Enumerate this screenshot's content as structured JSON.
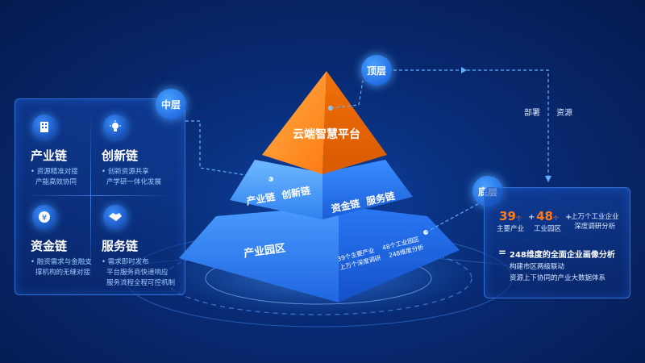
{
  "badges": {
    "top": "顶层",
    "middle": "中层",
    "bottom": "底层"
  },
  "flow_labels": {
    "deploy": "部署",
    "resource": "资源"
  },
  "pyramid": {
    "top_label": "云端智慧平台",
    "middle_left": "产业链  创新链",
    "middle_right": "资金链  服务链",
    "bottom_left": "产业园区",
    "bottom_lines": [
      "39个主要产业",
      "48个工业园区",
      "上万个深度调研",
      "248维度分析"
    ]
  },
  "chains": [
    {
      "title": "产业链",
      "icon": "building-icon",
      "desc": [
        "• 资源精准对接",
        "产能高效协同"
      ]
    },
    {
      "title": "创新链",
      "icon": "lightbulb-icon",
      "desc": [
        "• 创新资源共享",
        "产学研一体化发展"
      ]
    },
    {
      "title": "资金链",
      "icon": "yen-coin-icon",
      "desc": [
        "• 融资需求与金融支",
        "撑机构的无缝对接"
      ]
    },
    {
      "title": "服务链",
      "icon": "handshake-icon",
      "desc": [
        "• 需求即时发布",
        "平台服务商快速响应",
        "服务流程全程可控机制"
      ]
    }
  ],
  "bottom_panel": {
    "stat1_num": "39",
    "stat1_unit": "个",
    "stat1_label": "主要产业",
    "stat2_num": "48",
    "stat2_unit": "个",
    "stat2_label": "工业园区",
    "stat3_label": "上万个工业企业",
    "stat3_label2": "深度调研分析",
    "plus": "+",
    "equals": "=",
    "headline": "248维度的全面企业画像分析",
    "line1": "构建市区两级联动",
    "line2": "资源上下协同的产业大数据体系"
  },
  "colors": {
    "accent_orange": "#ff7b1a",
    "accent_blue": "#2f8cff",
    "background": "#082a73"
  }
}
